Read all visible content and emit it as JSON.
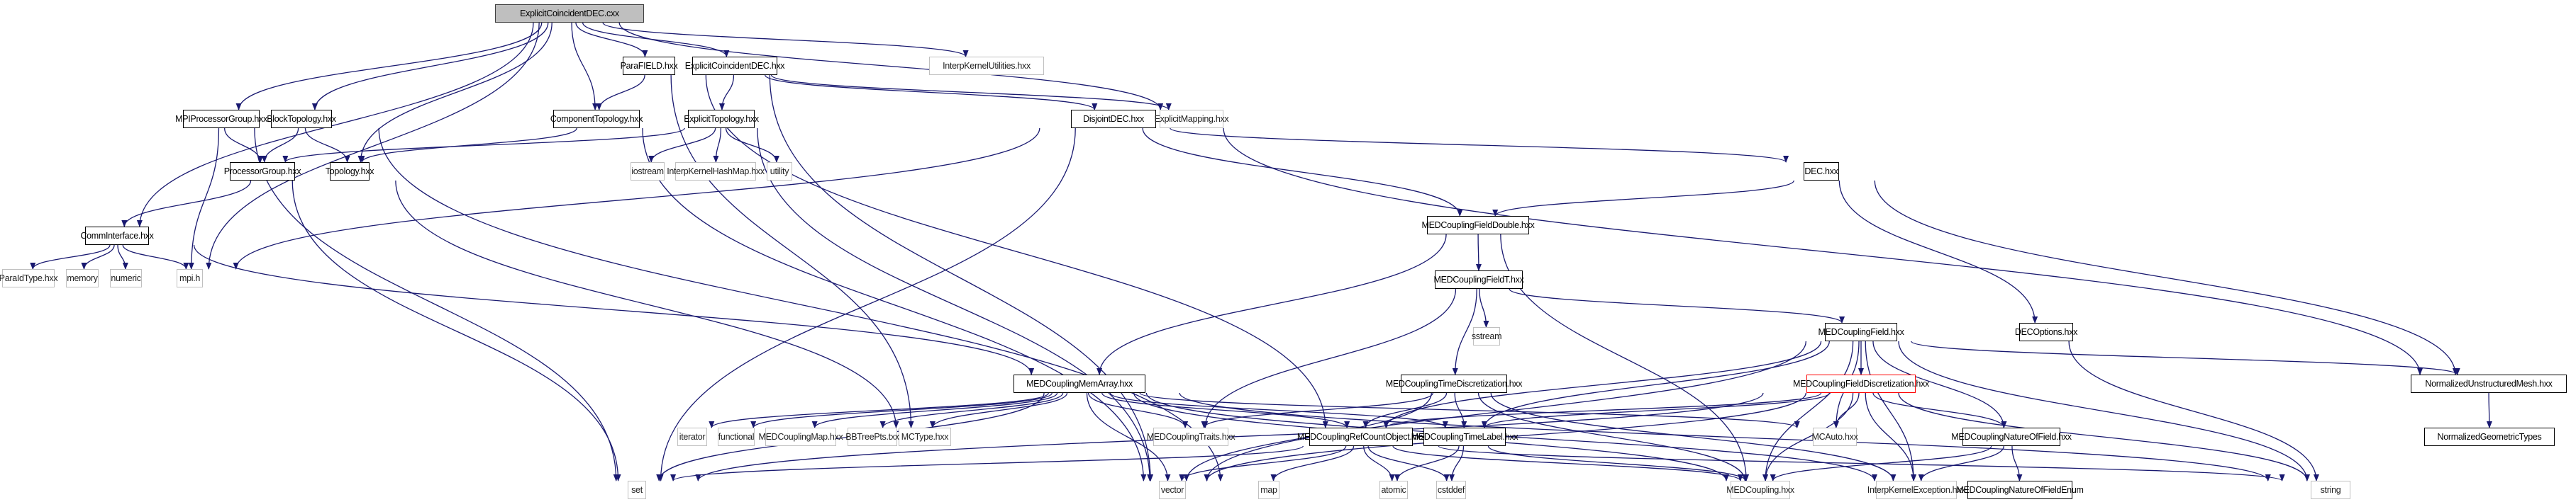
{
  "diagram": {
    "title": "ExplicitCoincidentDEC.cxx include dependency graph",
    "colors": {
      "edge": "#191970",
      "root_fill": "#bfbfbf",
      "ext_border": "#c0c0c0",
      "warn_border": "#ff0000"
    },
    "nodes": [
      {
        "id": "root",
        "label": "ExplicitCoincidentDEC.cxx",
        "kind": "root"
      },
      {
        "id": "interpkernelutilities",
        "label": "InterpKernelUtilities.hxx",
        "kind": "ext"
      },
      {
        "id": "parafield",
        "label": "ParaFIELD.hxx",
        "kind": "local"
      },
      {
        "id": "explicitcoincidentdec_h",
        "label": "ExplicitCoincidentDEC.hxx",
        "kind": "local"
      },
      {
        "id": "mpiprocessorgroup",
        "label": "MPIProcessorGroup.hxx",
        "kind": "local"
      },
      {
        "id": "blocktopology",
        "label": "BlockTopology.hxx",
        "kind": "local"
      },
      {
        "id": "componenttopology",
        "label": "ComponentTopology.hxx",
        "kind": "local"
      },
      {
        "id": "explicittopology",
        "label": "ExplicitTopology.hxx",
        "kind": "local"
      },
      {
        "id": "disjointdec",
        "label": "DisjointDEC.hxx",
        "kind": "local"
      },
      {
        "id": "explicitmapping",
        "label": "ExplicitMapping.hxx",
        "kind": "ext"
      },
      {
        "id": "processorgroup",
        "label": "ProcessorGroup.hxx",
        "kind": "local"
      },
      {
        "id": "topology",
        "label": "Topology.hxx",
        "kind": "local"
      },
      {
        "id": "iostream",
        "label": "iostream",
        "kind": "ext"
      },
      {
        "id": "interpkernelhashmap",
        "label": "InterpKernelHashMap.hxx",
        "kind": "ext"
      },
      {
        "id": "utility",
        "label": "utility",
        "kind": "ext"
      },
      {
        "id": "dec",
        "label": "DEC.hxx",
        "kind": "local"
      },
      {
        "id": "comminterface",
        "label": "CommInterface.hxx",
        "kind": "local"
      },
      {
        "id": "medcouplingfielddouble",
        "label": "MEDCouplingFieldDouble.hxx",
        "kind": "local"
      },
      {
        "id": "paraidtype",
        "label": "ParaIdType.hxx",
        "kind": "ext"
      },
      {
        "id": "memory",
        "label": "memory",
        "kind": "ext"
      },
      {
        "id": "numeric",
        "label": "numeric",
        "kind": "ext"
      },
      {
        "id": "mpi",
        "label": "mpi.h",
        "kind": "ext"
      },
      {
        "id": "medcouplingfieldt",
        "label": "MEDCouplingFieldT.hxx",
        "kind": "local"
      },
      {
        "id": "sstream",
        "label": "sstream",
        "kind": "ext"
      },
      {
        "id": "medcouplingfield",
        "label": "MEDCouplingField.hxx",
        "kind": "local"
      },
      {
        "id": "decoptions",
        "label": "DECOptions.hxx",
        "kind": "local"
      },
      {
        "id": "medcouplingmemarray",
        "label": "MEDCouplingMemArray.hxx",
        "kind": "local"
      },
      {
        "id": "medcouplingtimediscretization",
        "label": "MEDCouplingTimeDiscretization.hxx",
        "kind": "local"
      },
      {
        "id": "medcouplingfielddiscretization",
        "label": "MEDCouplingFieldDiscretization.hxx",
        "kind": "warn"
      },
      {
        "id": "normalizedunstructuredmesh",
        "label": "NormalizedUnstructuredMesh.hxx",
        "kind": "local"
      },
      {
        "id": "mctype",
        "label": "MCType.hxx",
        "kind": "ext"
      },
      {
        "id": "iterator",
        "label": "iterator",
        "kind": "ext"
      },
      {
        "id": "functional",
        "label": "functional",
        "kind": "ext"
      },
      {
        "id": "medcouplingmap",
        "label": "MEDCouplingMap.hxx",
        "kind": "ext"
      },
      {
        "id": "bbtreepts",
        "label": "BBTreePts.txx",
        "kind": "ext"
      },
      {
        "id": "medcouplingtraits",
        "label": "MEDCouplingTraits.hxx",
        "kind": "ext"
      },
      {
        "id": "medcouplingrefcountobject",
        "label": "MEDCouplingRefCountObject.hxx",
        "kind": "local"
      },
      {
        "id": "medcouplingtimelabel",
        "label": "MEDCouplingTimeLabel.hxx",
        "kind": "local"
      },
      {
        "id": "mcauto",
        "label": "MCAuto.hxx",
        "kind": "ext"
      },
      {
        "id": "medcouplingnatureoffield",
        "label": "MEDCouplingNatureOfField.hxx",
        "kind": "local"
      },
      {
        "id": "normalizedgeometrictypes",
        "label": "NormalizedGeometricTypes",
        "kind": "local"
      },
      {
        "id": "set",
        "label": "set",
        "kind": "ext"
      },
      {
        "id": "vector",
        "label": "vector",
        "kind": "ext"
      },
      {
        "id": "map",
        "label": "map",
        "kind": "ext"
      },
      {
        "id": "atomic",
        "label": "atomic",
        "kind": "ext"
      },
      {
        "id": "cstddef",
        "label": "cstddef",
        "kind": "ext"
      },
      {
        "id": "medcoupling",
        "label": "MEDCoupling.hxx",
        "kind": "ext"
      },
      {
        "id": "interpkernelexception",
        "label": "InterpKernelException.hxx",
        "kind": "ext"
      },
      {
        "id": "string",
        "label": "string",
        "kind": "ext"
      },
      {
        "id": "medcouplingnatureoffieldenum",
        "label": "MEDCouplingNatureOfFieldEnum",
        "kind": "local"
      }
    ],
    "edges": [
      [
        "root",
        "comminterface"
      ],
      [
        "root",
        "mpi"
      ],
      [
        "root",
        "mpiprocessorgroup"
      ],
      [
        "root",
        "blocktopology"
      ],
      [
        "root",
        "topology"
      ],
      [
        "root",
        "componenttopology"
      ],
      [
        "root",
        "parafield"
      ],
      [
        "root",
        "explicitcoincidentdec_h"
      ],
      [
        "root",
        "interpkernelutilities"
      ],
      [
        "root",
        "explicitmapping"
      ],
      [
        "parafield",
        "componenttopology"
      ],
      [
        "parafield",
        "mctype"
      ],
      [
        "parafield",
        "medcouplingrefcountobject"
      ],
      [
        "explicitcoincidentdec_h",
        "explicittopology"
      ],
      [
        "explicitcoincidentdec_h",
        "disjointdec"
      ],
      [
        "explicitcoincidentdec_h",
        "explicitmapping"
      ],
      [
        "explicitcoincidentdec_h",
        "vector"
      ],
      [
        "mpiprocessorgroup",
        "processorgroup"
      ],
      [
        "mpiprocessorgroup",
        "mpi"
      ],
      [
        "mpiprocessorgroup",
        "set"
      ],
      [
        "blocktopology",
        "processorgroup"
      ],
      [
        "blocktopology",
        "topology"
      ],
      [
        "blocktopology",
        "map"
      ],
      [
        "componenttopology",
        "topology"
      ],
      [
        "componenttopology",
        "vector"
      ],
      [
        "explicittopology",
        "processorgroup"
      ],
      [
        "explicittopology",
        "iostream"
      ],
      [
        "explicittopology",
        "interpkernelhashmap"
      ],
      [
        "explicittopology",
        "utility"
      ],
      [
        "explicittopology",
        "vector"
      ],
      [
        "disjointdec",
        "mpi"
      ],
      [
        "disjointdec",
        "set"
      ],
      [
        "disjointdec",
        "dec"
      ],
      [
        "disjointdec",
        "medcouplingfielddouble"
      ],
      [
        "disjointdec",
        "normalizedunstructuredmesh"
      ],
      [
        "processorgroup",
        "comminterface"
      ],
      [
        "processorgroup",
        "set"
      ],
      [
        "topology",
        "mctype"
      ],
      [
        "comminterface",
        "paraidtype"
      ],
      [
        "comminterface",
        "memory"
      ],
      [
        "comminterface",
        "numeric"
      ],
      [
        "comminterface",
        "mpi"
      ],
      [
        "comminterface",
        "medcouplingmemarray"
      ],
      [
        "dec",
        "medcouplingfielddouble"
      ],
      [
        "dec",
        "decoptions"
      ],
      [
        "dec",
        "normalizedunstructuredmesh"
      ],
      [
        "medcouplingfielddouble",
        "medcouplingfieldt"
      ],
      [
        "medcouplingfielddouble",
        "medcouplingmemarray"
      ],
      [
        "medcouplingfielddouble",
        "medcoupling"
      ],
      [
        "medcouplingfieldt",
        "medcouplingfield"
      ],
      [
        "medcouplingfieldt",
        "sstream"
      ],
      [
        "medcouplingfieldt",
        "medcouplingtimediscretization"
      ],
      [
        "medcouplingfieldt",
        "medcouplingtraits"
      ],
      [
        "medcouplingfield",
        "medcouplingfielddiscretization"
      ],
      [
        "medcouplingfield",
        "medcouplingrefcountobject"
      ],
      [
        "medcouplingfield",
        "medcouplingtimelabel"
      ],
      [
        "medcouplingfield",
        "mcauto"
      ],
      [
        "medcouplingfield",
        "medcouplingnatureoffield"
      ],
      [
        "medcouplingfield",
        "normalizedunstructuredmesh"
      ],
      [
        "medcouplingfield",
        "vector"
      ],
      [
        "medcouplingfield",
        "string"
      ],
      [
        "medcouplingfield",
        "medcoupling"
      ],
      [
        "medcouplingfield",
        "interpkernelexception"
      ],
      [
        "decoptions",
        "string"
      ],
      [
        "normalizedunstructuredmesh",
        "normalizedgeometrictypes"
      ],
      [
        "medcouplingmemarray",
        "mctype"
      ],
      [
        "medcouplingmemarray",
        "iterator"
      ],
      [
        "medcouplingmemarray",
        "functional"
      ],
      [
        "medcouplingmemarray",
        "medcouplingmap"
      ],
      [
        "medcouplingmemarray",
        "bbtreepts"
      ],
      [
        "medcouplingmemarray",
        "medcouplingtraits"
      ],
      [
        "medcouplingmemarray",
        "medcouplingrefcountobject"
      ],
      [
        "medcouplingmemarray",
        "medcouplingtimelabel"
      ],
      [
        "medcouplingmemarray",
        "mcauto"
      ],
      [
        "medcouplingmemarray",
        "vector"
      ],
      [
        "medcouplingmemarray",
        "set"
      ],
      [
        "medcouplingmemarray",
        "medcoupling"
      ],
      [
        "medcouplingmemarray",
        "interpkernelexception"
      ],
      [
        "medcouplingmemarray",
        "string"
      ],
      [
        "medcouplingtimediscretization",
        "medcouplingrefcountobject"
      ],
      [
        "medcouplingtimediscretization",
        "medcouplingtimelabel"
      ],
      [
        "medcouplingtimediscretization",
        "medcouplingtraits"
      ],
      [
        "medcouplingtimediscretization",
        "vector"
      ],
      [
        "medcouplingtimediscretization",
        "medcoupling"
      ],
      [
        "medcouplingtimediscretization",
        "interpkernelexception"
      ],
      [
        "medcouplingfielddiscretization",
        "medcouplingrefcountobject"
      ],
      [
        "medcouplingfielddiscretization",
        "medcouplingtimelabel"
      ],
      [
        "medcouplingfielddiscretization",
        "mcauto"
      ],
      [
        "medcouplingfielddiscretization",
        "medcouplingnatureoffield"
      ],
      [
        "medcouplingfielddiscretization",
        "vector"
      ],
      [
        "medcouplingfielddiscretization",
        "set"
      ],
      [
        "medcouplingfielddiscretization",
        "medcoupling"
      ],
      [
        "medcouplingfielddiscretization",
        "interpkernelexception"
      ],
      [
        "medcouplingfielddiscretization",
        "string"
      ],
      [
        "medcouplingrefcountobject",
        "set"
      ],
      [
        "medcouplingrefcountobject",
        "vector"
      ],
      [
        "medcouplingrefcountobject",
        "map"
      ],
      [
        "medcouplingrefcountobject",
        "atomic"
      ],
      [
        "medcouplingrefcountobject",
        "cstddef"
      ],
      [
        "medcouplingrefcountobject",
        "medcoupling"
      ],
      [
        "medcouplingrefcountobject",
        "string"
      ],
      [
        "medcouplingtimelabel",
        "atomic"
      ],
      [
        "medcouplingtimelabel",
        "cstddef"
      ],
      [
        "medcouplingtimelabel",
        "medcoupling"
      ],
      [
        "medcouplingnatureoffield",
        "medcoupling"
      ],
      [
        "medcouplingnatureoffield",
        "interpkernelexception"
      ],
      [
        "medcouplingnatureoffield",
        "medcouplingnatureoffieldenum"
      ]
    ]
  }
}
